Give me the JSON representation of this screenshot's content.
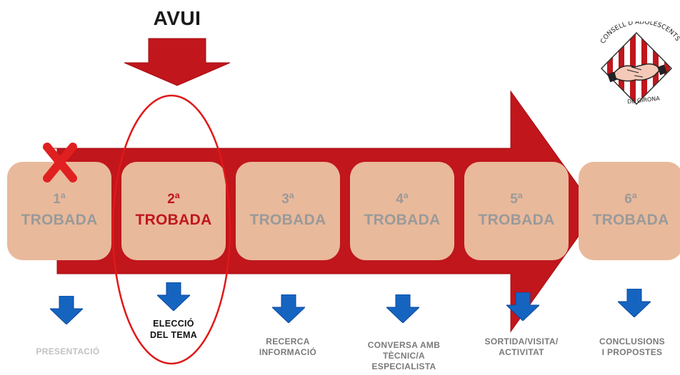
{
  "today_label": "AVUI",
  "colors": {
    "arrow_red": "#c0161c",
    "box_fill": "#e9b99b",
    "box_text": "#9a9a9a",
    "active_text": "#c0161c",
    "down_arrow_blue": "#1565c0",
    "cross_red": "#e02020"
  },
  "steps": [
    {
      "number": "1ª",
      "label": "TROBADA",
      "status": "done",
      "caption": [
        "PRESENTACIÓ"
      ]
    },
    {
      "number": "2ª",
      "label": "TROBADA",
      "status": "current",
      "caption": [
        "ELECCIÓ",
        "DEL TEMA"
      ]
    },
    {
      "number": "3ª",
      "label": "TROBADA",
      "status": "upcoming",
      "caption": [
        "RECERCA",
        "INFORMACIÓ"
      ]
    },
    {
      "number": "4ª",
      "label": "TROBADA",
      "status": "upcoming",
      "caption": [
        "CONVERSA AMB",
        "TÈCNIC/A",
        "ESPECIALISTA"
      ]
    },
    {
      "number": "5ª",
      "label": "TROBADA",
      "status": "upcoming",
      "caption": [
        "SORTIDA/VISITA/",
        "ACTIVITAT"
      ]
    },
    {
      "number": "6ª",
      "label": "TROBADA",
      "status": "upcoming",
      "caption": [
        "CONCLUSIONS",
        "I PROPOSTES"
      ]
    }
  ],
  "logo": {
    "top_text": "CONSELL D'ADOLESCENTS",
    "bottom_text": "DE GIRONA"
  }
}
